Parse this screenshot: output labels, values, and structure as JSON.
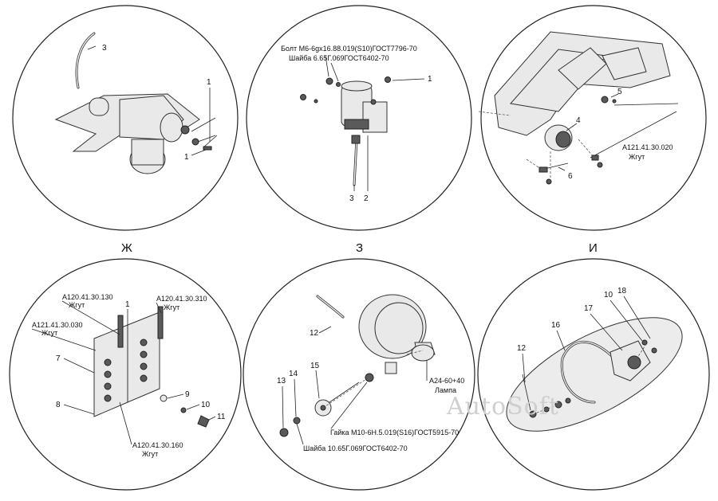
{
  "section_letters": [
    "Ж",
    "З",
    "И"
  ],
  "watermark": "AutoSoft",
  "view_top_left": {
    "callouts": [
      "3",
      "1",
      "1"
    ]
  },
  "view_top_center": {
    "callouts": [
      "1",
      "3",
      "2"
    ],
    "annotations": [
      "Болт М6-6gх16.88.019(S10)ГОСТ7796-70",
      "Шайба 6.65Г.069ГОСТ6402-70"
    ]
  },
  "view_top_right": {
    "callouts": [
      "5",
      "4",
      "6"
    ],
    "annotations": [
      "А121.41.30.020",
      "Жгут"
    ]
  },
  "view_zh": {
    "callouts": [
      "1",
      "7",
      "8",
      "9",
      "10",
      "11"
    ],
    "annotations": [
      "А120.41.30.130",
      "Жгут",
      "А120.41.30.310",
      "Жгут",
      "А121.41.30.030",
      "Жгут",
      "А120.41.30.160",
      "Жгут"
    ]
  },
  "view_z": {
    "callouts": [
      "12",
      "15",
      "13",
      "14"
    ],
    "annotations": [
      "А24-60+40",
      "Лампа",
      "Гайка М10-6Н.5.019(S16)ГОСТ5915-70",
      "Шайба 10.65Г.069ГОСТ6402-70"
    ]
  },
  "view_i": {
    "callouts": [
      "18",
      "10",
      "17",
      "16",
      "12"
    ]
  }
}
